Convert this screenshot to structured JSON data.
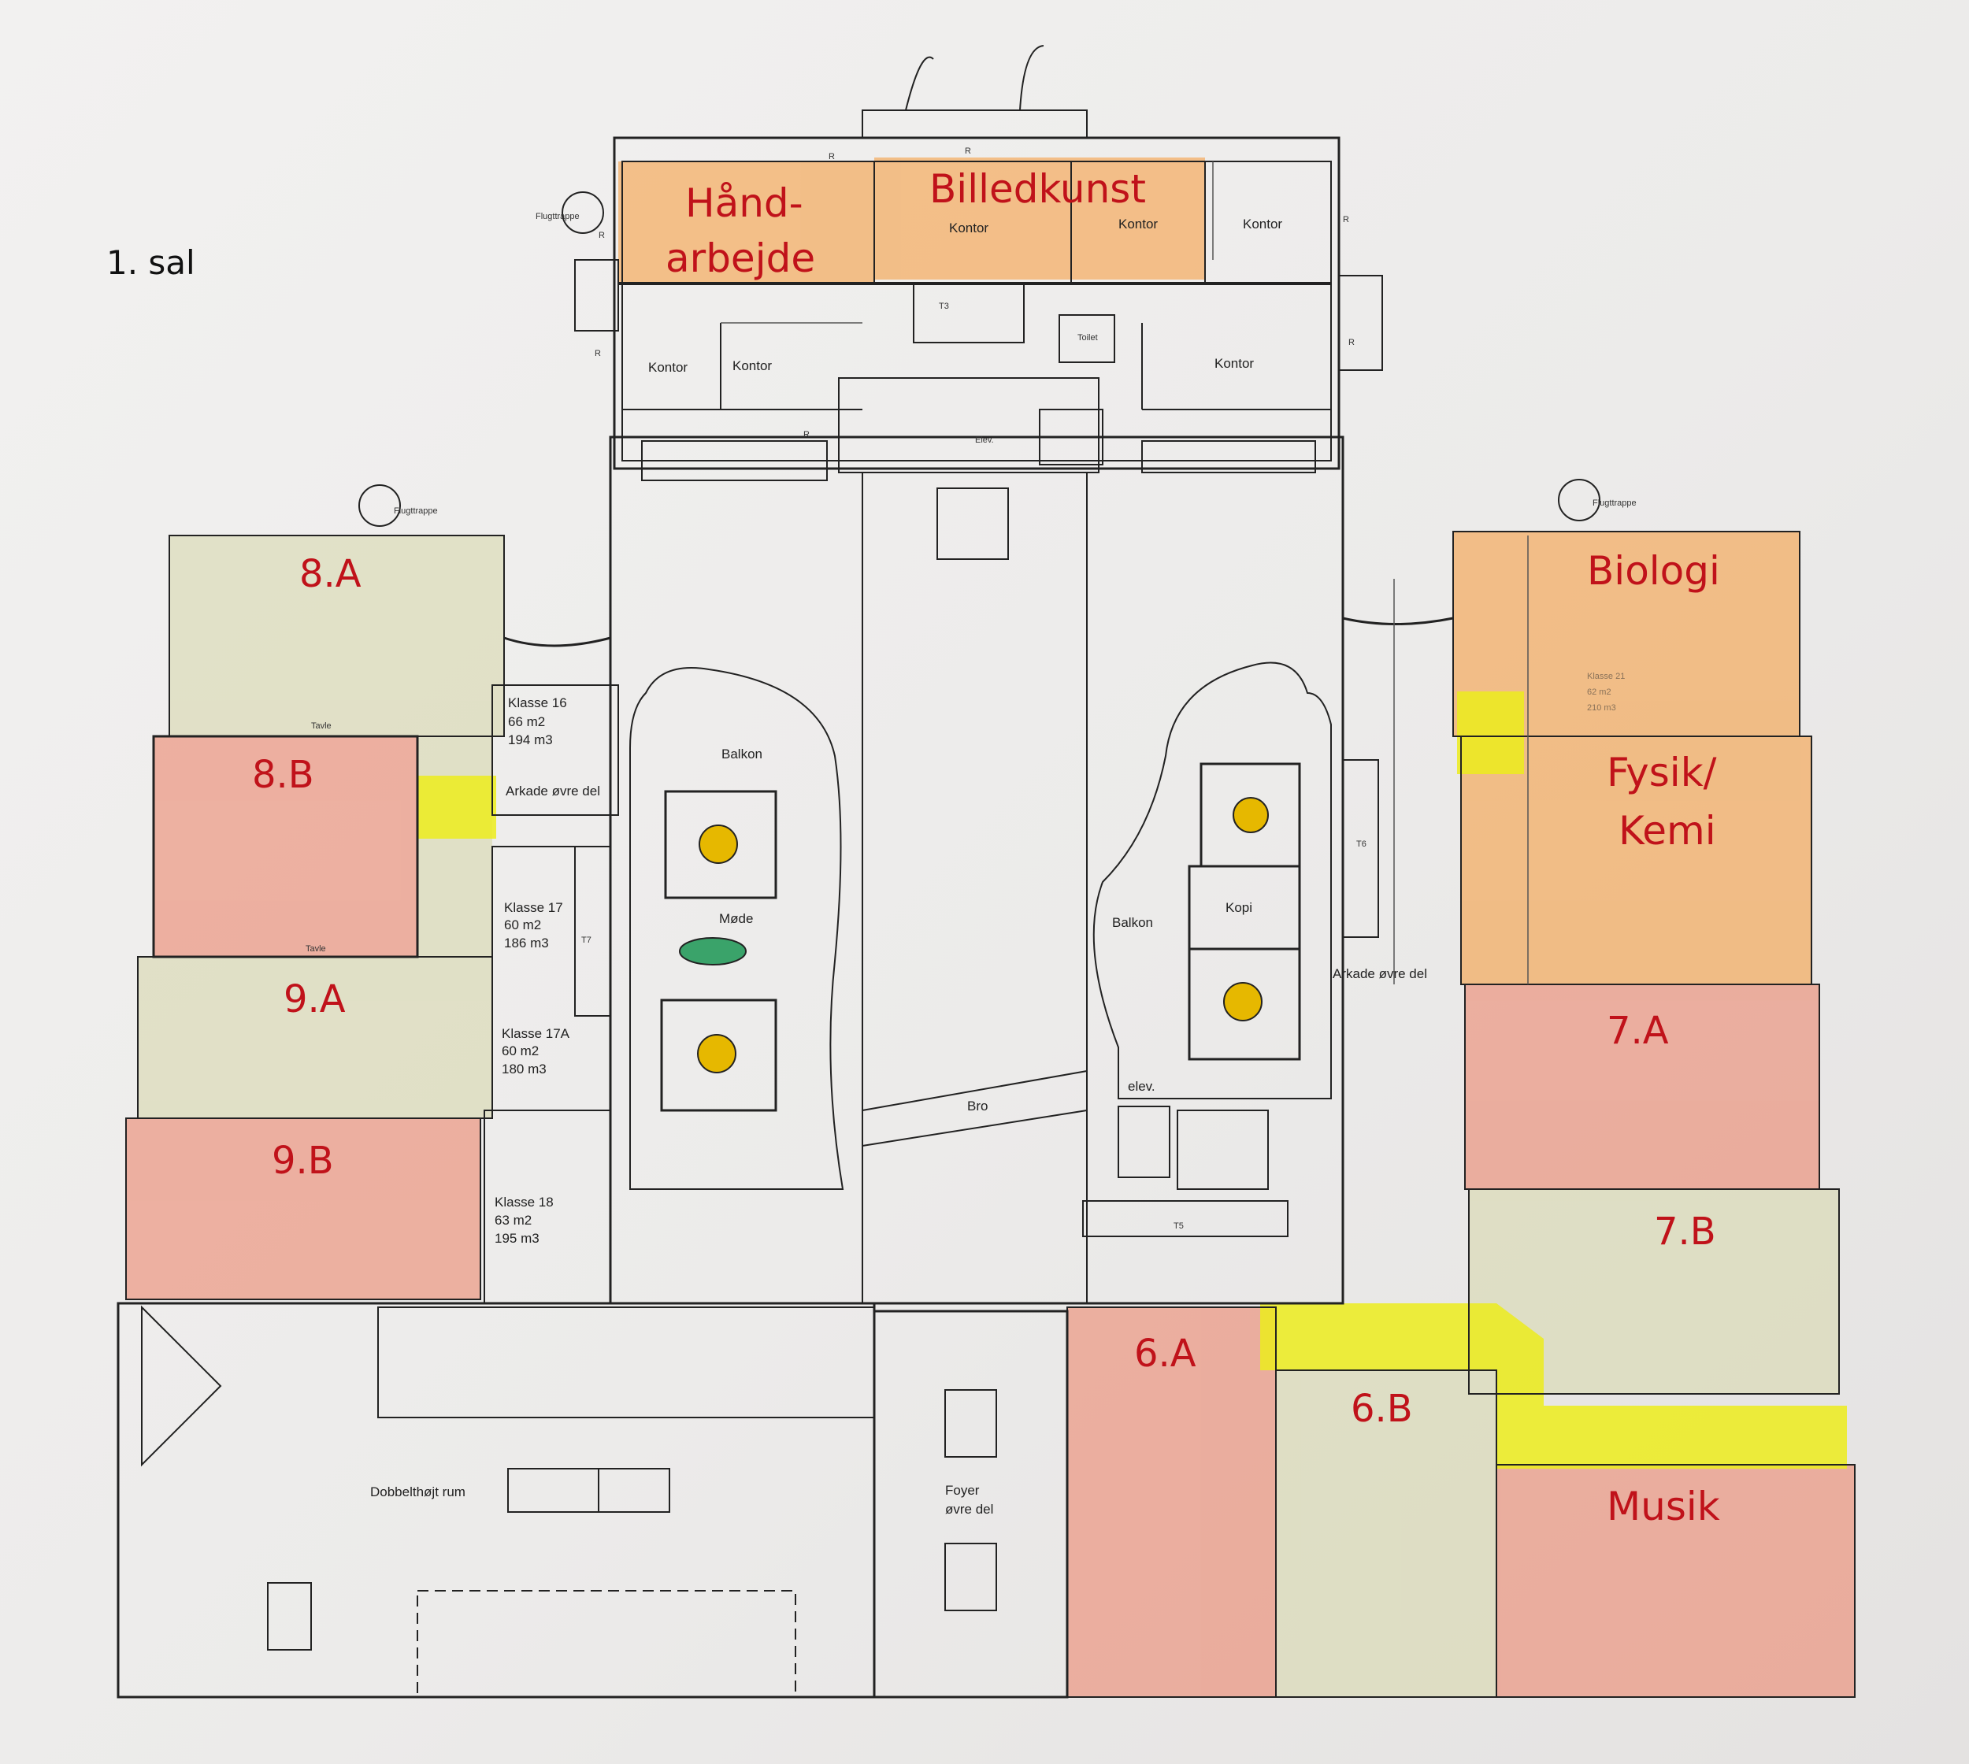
{
  "floor_label": "1. sal",
  "zones": {
    "haandarbejde_1": "Hånd-",
    "haandarbejde_2": "arbejde",
    "billedkunst": "Billedkunst",
    "biologi": "Biologi",
    "fysik_1": "Fysik/",
    "fysik_2": "Kemi",
    "k8a": "8.A",
    "k8b": "8.B",
    "k9a": "9.A",
    "k9b": "9.B",
    "k7a": "7.A",
    "k7b": "7.B",
    "k6a": "6.A",
    "k6b": "6.B",
    "musik": "Musik"
  },
  "rooms": {
    "kontor": "Kontor",
    "elev": "Elev.",
    "elev_lower": "elev.",
    "toilet": "Toilet",
    "flugttrappe": "Flugttrappe",
    "balkon": "Balkon",
    "mode": "Møde",
    "kopi": "Kopi",
    "bro": "Bro",
    "arkade": "Arkade øvre del",
    "dobbelthojt": "Dobbelthøjt rum",
    "foyer_1": "Foyer",
    "foyer_2": "øvre del",
    "tavle": "Tavle",
    "klasse16": [
      "Klasse 16",
      "66 m2",
      "194 m3"
    ],
    "klasse17": [
      "Klasse 17",
      "60 m2",
      "186 m3"
    ],
    "klasse17a": [
      "Klasse 17A",
      "60 m2",
      "180 m3"
    ],
    "klasse18": [
      "Klasse 18",
      "63 m2",
      "195 m3"
    ],
    "klasse21": [
      "Klasse 21",
      "62 m2",
      "210 m3"
    ],
    "stair_t3": "T3",
    "stair_t5": "T5",
    "stair_t6": "T6",
    "stair_t7": "T7",
    "r": "R"
  },
  "colors": {
    "orange": "#f5a24a",
    "salmon": "#ec8a72",
    "khaki": "#d9d9b0",
    "yellow": "#ecec1c",
    "label_red": "#c0121a",
    "line": "#222222",
    "table_gold": "#e6b800",
    "table_green": "#3aa36a"
  }
}
